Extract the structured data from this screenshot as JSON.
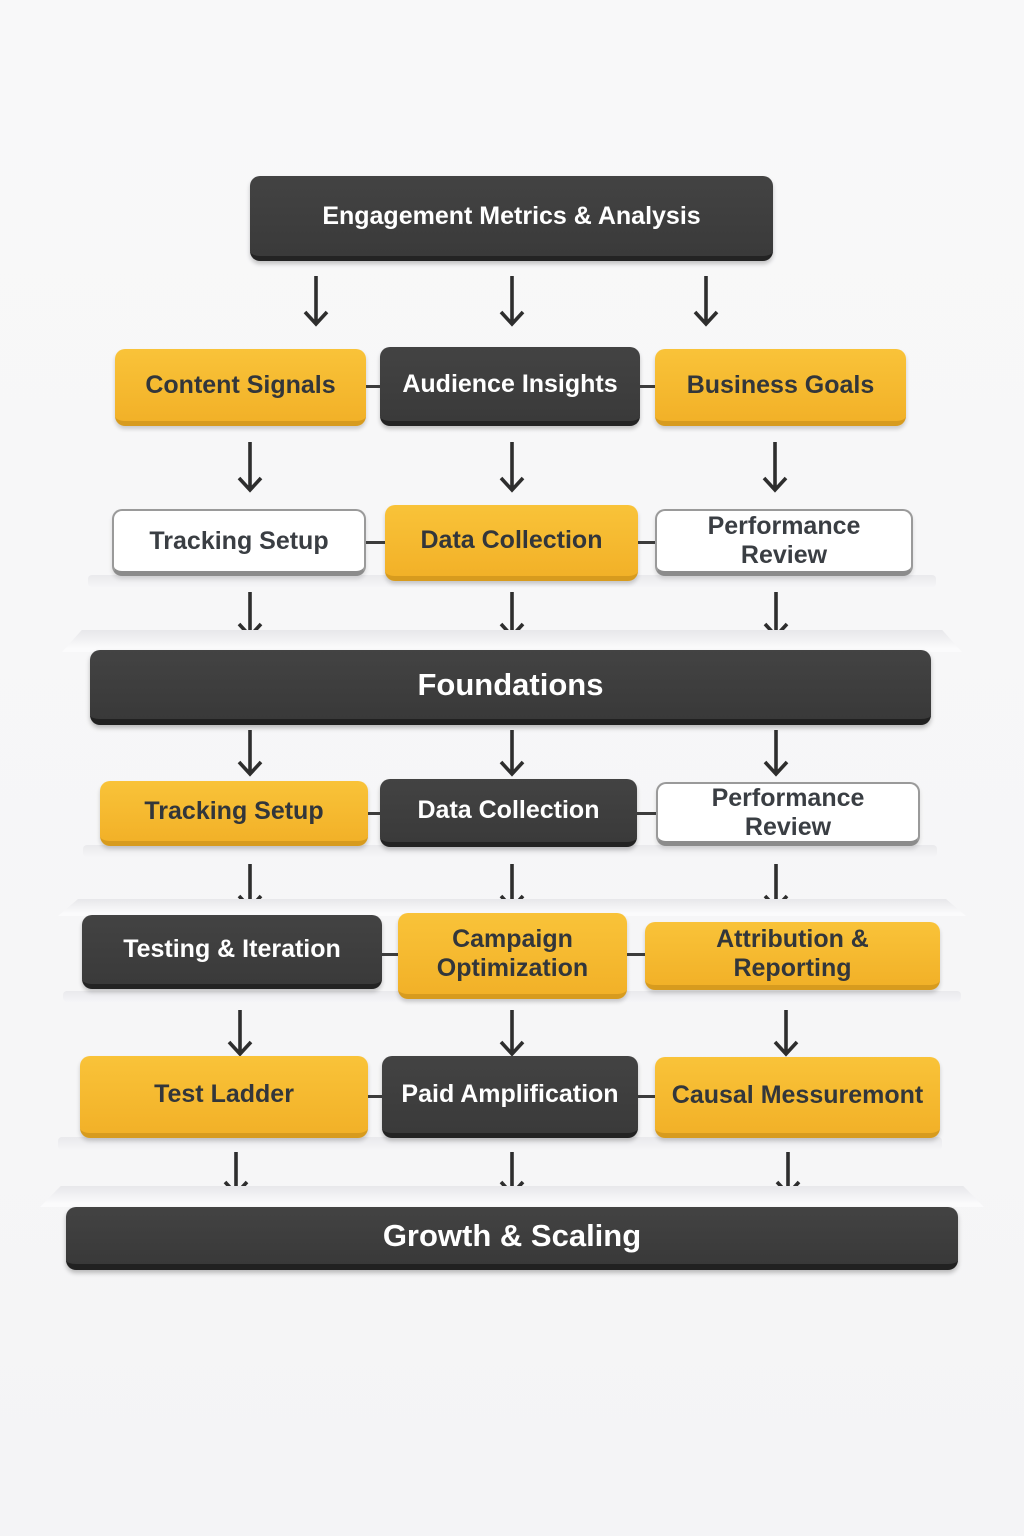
{
  "diagram": {
    "title": "Engagement Metrics & Analysis",
    "tiers": {
      "signals": [
        "Content Signals",
        "Audience Insights",
        "Business Goals"
      ],
      "setup": [
        "Tracking Setup",
        "Data Collection",
        "Performance Review"
      ],
      "outputs": [
        "Tracking Setup",
        "Data Collection",
        "Performance Review"
      ],
      "optimize": [
        "Testing & Iteration",
        "Campaign Optimization",
        "Attribution & Reporting"
      ],
      "scale": [
        "Test Ladder",
        "Paid Amplification",
        "Causal Messuremont"
      ]
    },
    "bands": {
      "foundations": "Foundations",
      "growth": "Growth & Scaling"
    }
  },
  "colors": {
    "accent_yellow": "#F5B82E",
    "dark_node": "#3B3B3B",
    "white_node": "#FFFFFF",
    "arrow": "#2F2F2F",
    "background": "#F7F7F8"
  }
}
